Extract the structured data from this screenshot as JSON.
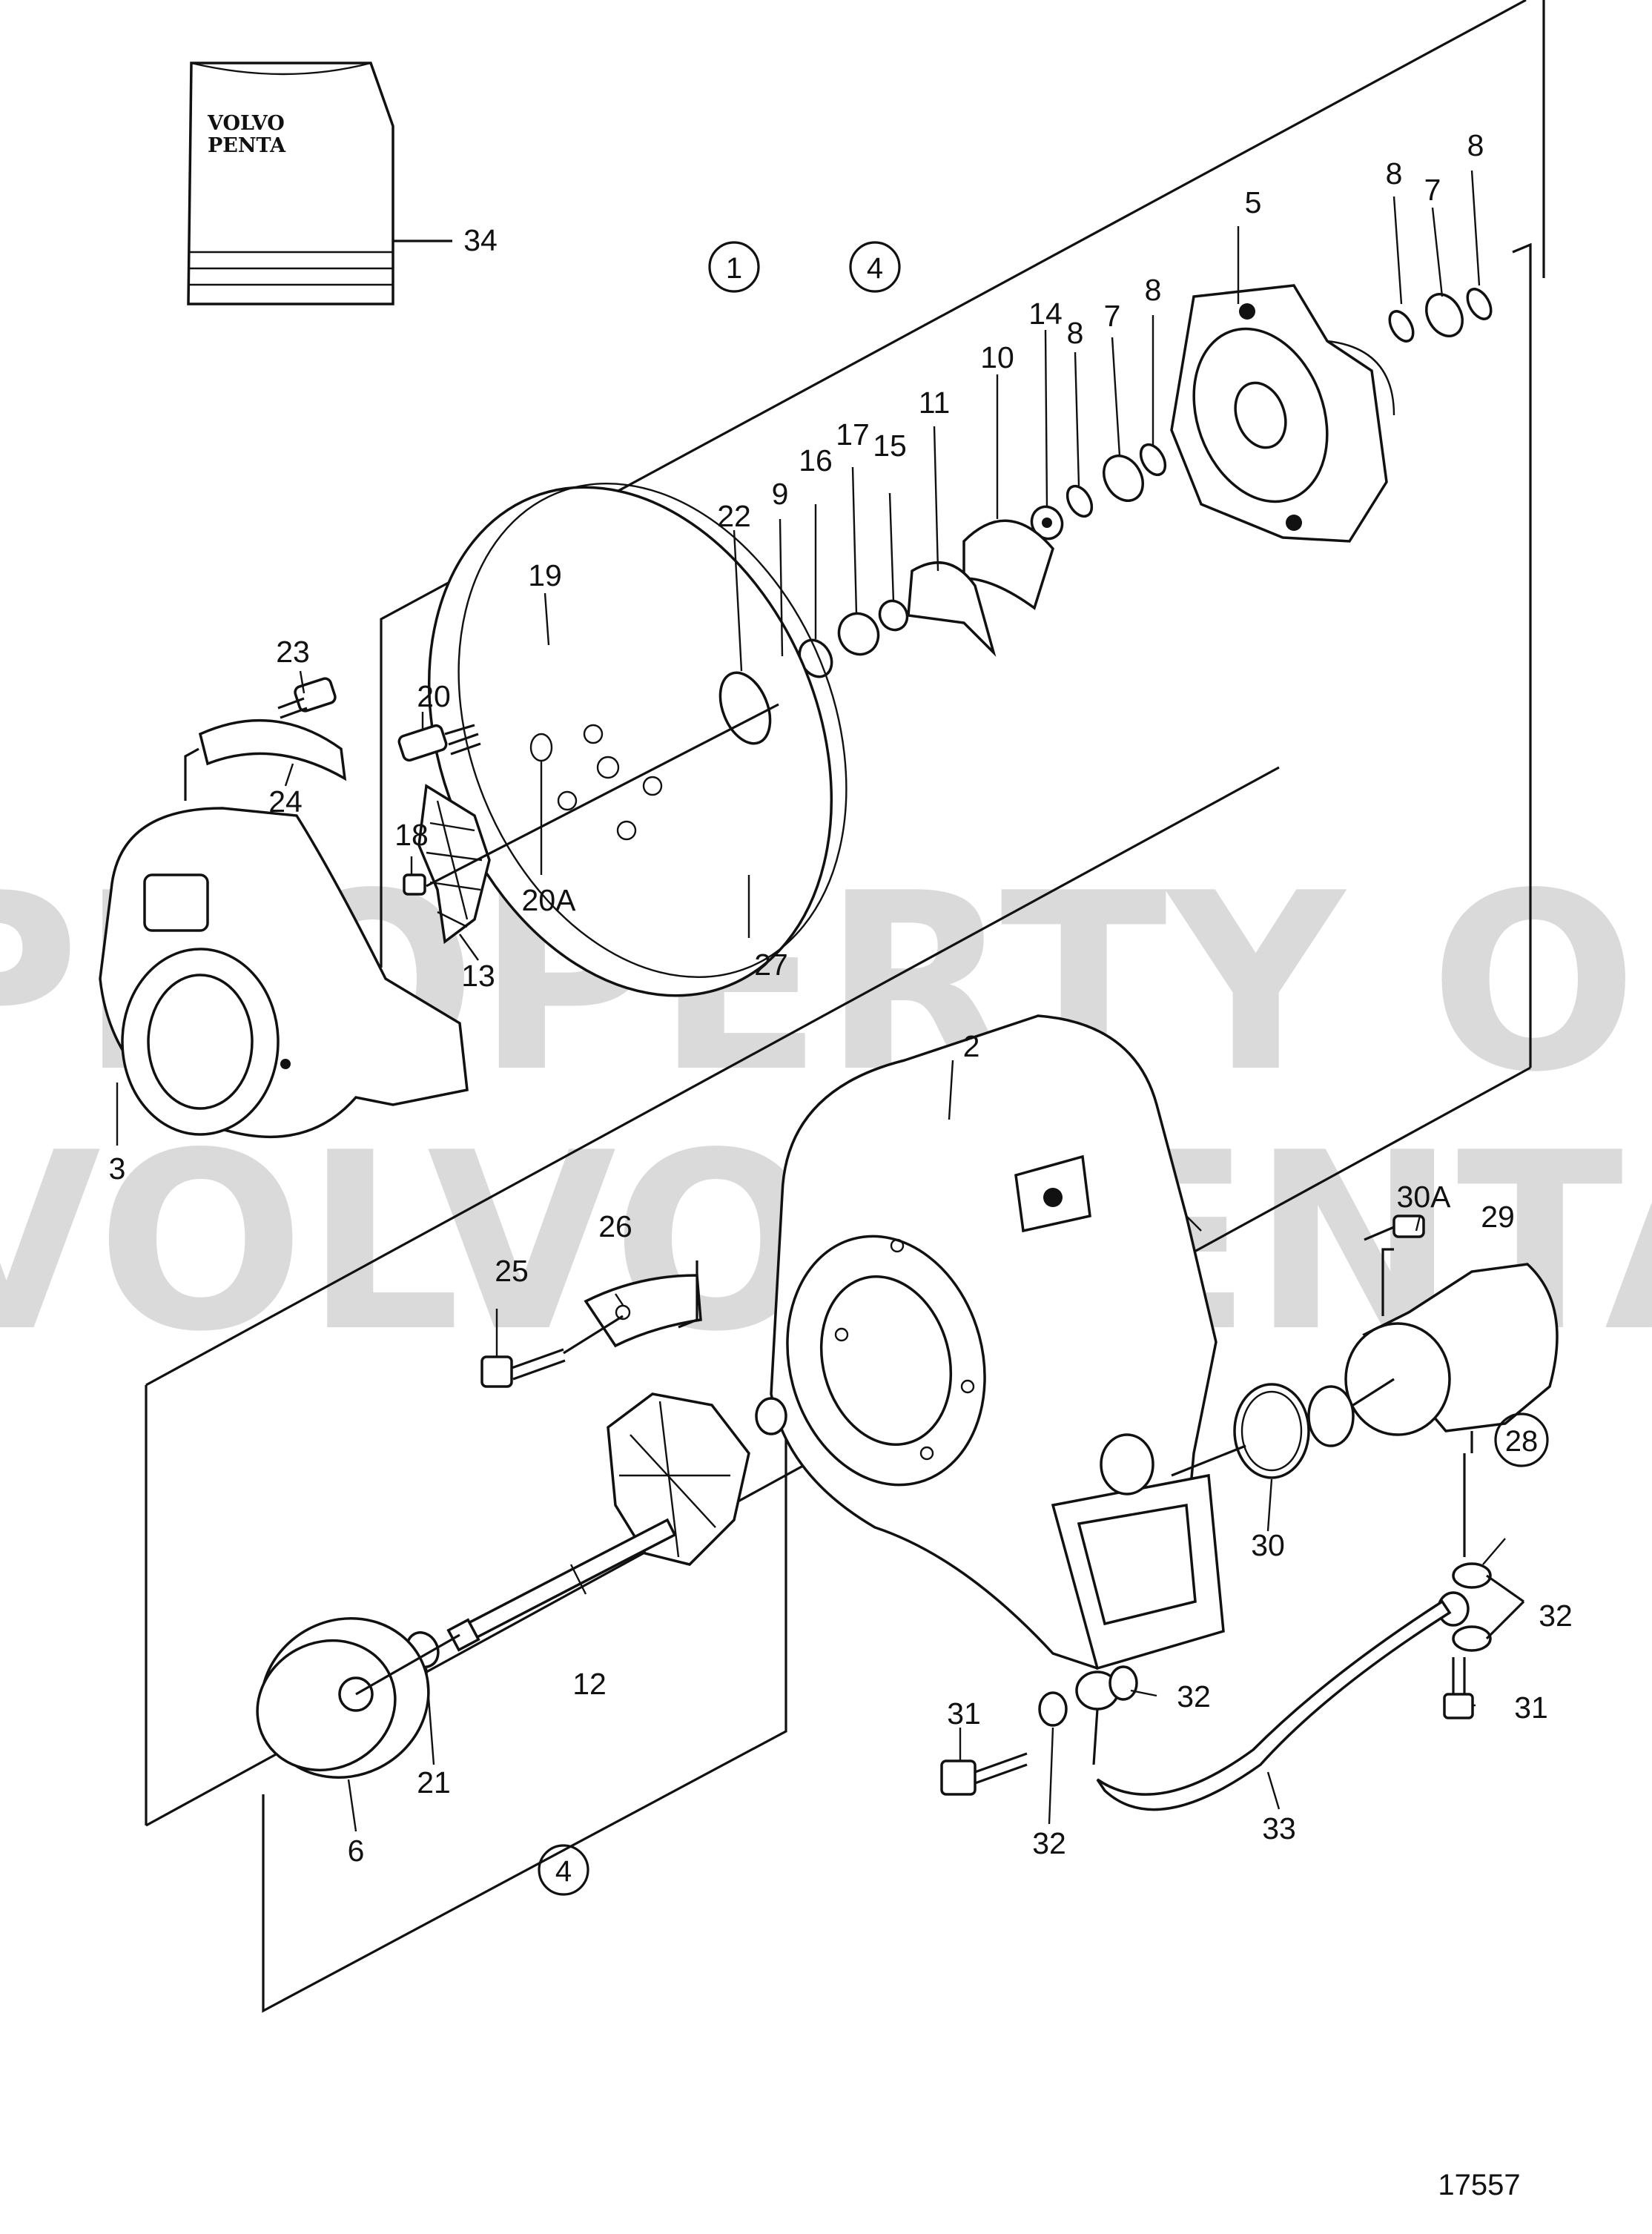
{
  "watermark": {
    "line1": "PROPERTY OF",
    "line2": "VOLVO PENTA"
  },
  "manual": {
    "brand_line1": "VOLVO",
    "brand_line2": "PENTA"
  },
  "figure_ref": "17557",
  "callouts": {
    "c1": "1",
    "c4_top": "4",
    "c4_bottom": "4",
    "c28": "28"
  },
  "labels": {
    "l34": "34",
    "l5": "5",
    "l8a": "8",
    "l7a": "7",
    "l8b": "8",
    "l14": "14",
    "l8c": "8",
    "l7b": "7",
    "l8d": "8",
    "l10": "10",
    "l11": "11",
    "l17": "17",
    "l16": "16",
    "l15": "15",
    "l9": "9",
    "l22": "22",
    "l19": "19",
    "l23": "23",
    "l20": "20",
    "l24": "24",
    "l18": "18",
    "l20a": "20A",
    "l13": "13",
    "l27": "27",
    "l3": "3",
    "l2": "2",
    "l30a": "30A",
    "l29": "29",
    "l26": "26",
    "l25": "25",
    "l30": "30",
    "l32a": "32",
    "l12": "12",
    "l21": "21",
    "l31a": "31",
    "l32b": "32",
    "l31b": "31",
    "l32c": "32",
    "l6": "6",
    "l33": "33"
  }
}
